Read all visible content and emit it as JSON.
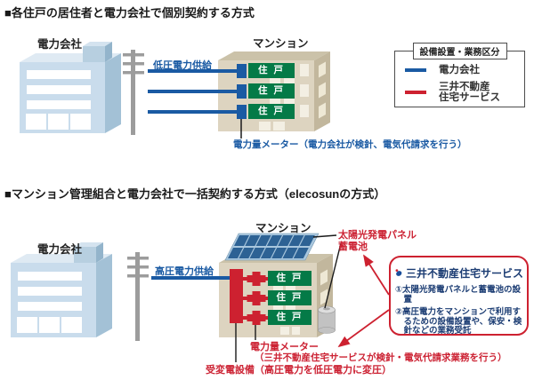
{
  "colors": {
    "power_company_line_blue": "#1a5aa3",
    "mitsui_service_red": "#cd2130",
    "unit_green": "#047a47",
    "caption_blue": "#1a5aa3",
    "caption_red": "#cc2233",
    "service_box_text_navy": "#1b3c73"
  },
  "top_section": {
    "title": "■各住戸の居住者と電力会社で個別契約する方式",
    "power_company_label": "電力会社",
    "mansion_label": "マンション",
    "supply_label": "低圧電力供給",
    "unit_label": "住 戸",
    "meter_caption": "電力量メーター（電力会社が検針、電気代請求を行う）"
  },
  "legend": {
    "title": "設備設置・業務区分",
    "items": [
      {
        "label": "電力会社",
        "color": "#1a5aa3"
      },
      {
        "label_line1": "三井不動産",
        "label_line2": "住宅サービス",
        "color": "#cd2130"
      }
    ]
  },
  "bottom_section": {
    "title": "■マンション管理組合と電力会社で一括契約する方式（elecosunの方式）",
    "power_company_label": "電力会社",
    "mansion_label": "マンション",
    "supply_label": "高圧電力供給",
    "unit_label": "住 戸",
    "solar_label_line1": "太陽光発電パネル",
    "solar_label_line2": "蓄電池",
    "service_box": {
      "title": "三井不動産住宅サービス",
      "items": [
        "①太陽光発電パネルと蓄電池の設置",
        "②高圧電力をマンションで利用するための設備設置や、保安・検針などの業務受託"
      ]
    },
    "meter_caption_line1": "電力量メーター",
    "meter_caption_line2": "（三井不動産住宅サービスが検針・電気代請求業務を行う）",
    "transformer_caption": "受変電設備（高圧電力を低圧電力に変圧）"
  }
}
